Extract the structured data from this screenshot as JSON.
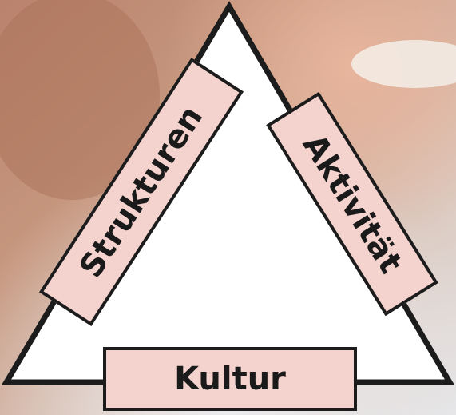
{
  "diagram": {
    "labels": {
      "strukturen": "Strukturen",
      "aktivitaet": "Aktivität",
      "kultur": "Kultur"
    },
    "colors": {
      "box_fill": "#f4d2cd",
      "outline": "#1c1c1c",
      "triangle_fill": "#ffffff"
    }
  }
}
